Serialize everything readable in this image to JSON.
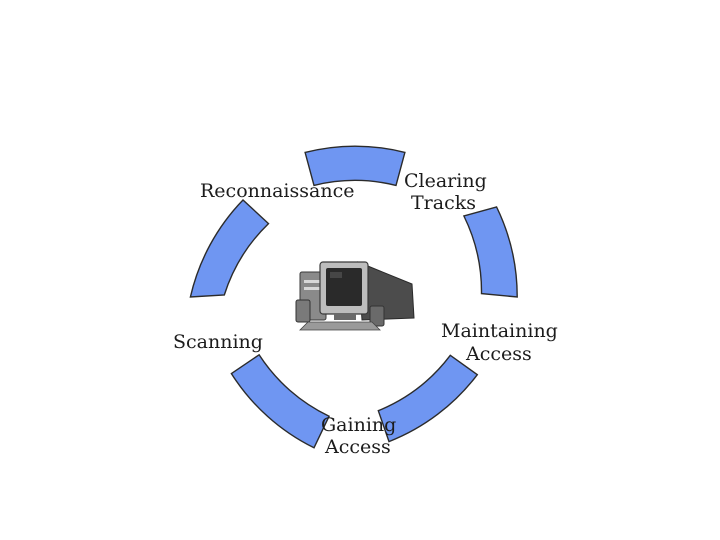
{
  "diagram": {
    "phases": [
      {
        "lines": [
          "Reconnaissance"
        ]
      },
      {
        "lines": [
          "Clearing",
          "Tracks"
        ]
      },
      {
        "lines": [
          "Maintaining",
          "Access"
        ]
      },
      {
        "lines": [
          "Gaining",
          "Access"
        ]
      },
      {
        "lines": [
          "Scanning"
        ]
      }
    ],
    "center_icon": "computer-icon",
    "colors": {
      "arc_fill": "#6F96F2",
      "arc_stroke": "#2b2b2b",
      "text": "#1c1c1c"
    }
  }
}
